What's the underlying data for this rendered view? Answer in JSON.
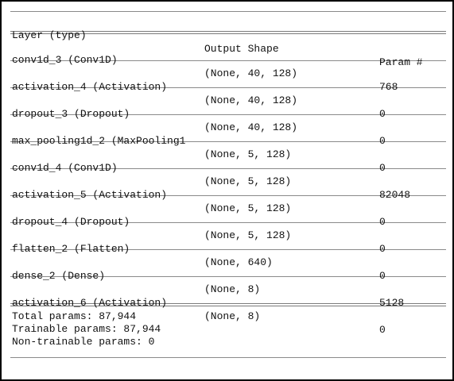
{
  "header": {
    "layer": "Layer (type)",
    "shape": "Output Shape",
    "param": "Param #"
  },
  "layers": [
    {
      "layer": "conv1d_3 (Conv1D)",
      "shape": "(None, 40, 128)",
      "param": "768"
    },
    {
      "layer": "activation_4 (Activation)",
      "shape": "(None, 40, 128)",
      "param": "0"
    },
    {
      "layer": "dropout_3 (Dropout)",
      "shape": "(None, 40, 128)",
      "param": "0"
    },
    {
      "layer": "max_pooling1d_2 (MaxPooling1",
      "shape": "(None, 5, 128)",
      "param": "0"
    },
    {
      "layer": "conv1d_4 (Conv1D)",
      "shape": "(None, 5, 128)",
      "param": "82048"
    },
    {
      "layer": "activation_5 (Activation)",
      "shape": "(None, 5, 128)",
      "param": "0"
    },
    {
      "layer": "dropout_4 (Dropout)",
      "shape": "(None, 5, 128)",
      "param": "0"
    },
    {
      "layer": "flatten_2 (Flatten)",
      "shape": "(None, 640)",
      "param": "0"
    },
    {
      "layer": "dense_2 (Dense)",
      "shape": "(None, 8)",
      "param": "5128"
    },
    {
      "layer": "activation_6 (Activation)",
      "shape": "(None, 8)",
      "param": "0"
    }
  ],
  "totals": {
    "total": "Total params: 87,944",
    "trainable": "Trainable params: 87,944",
    "non_trainable": "Non-trainable params: 0"
  }
}
